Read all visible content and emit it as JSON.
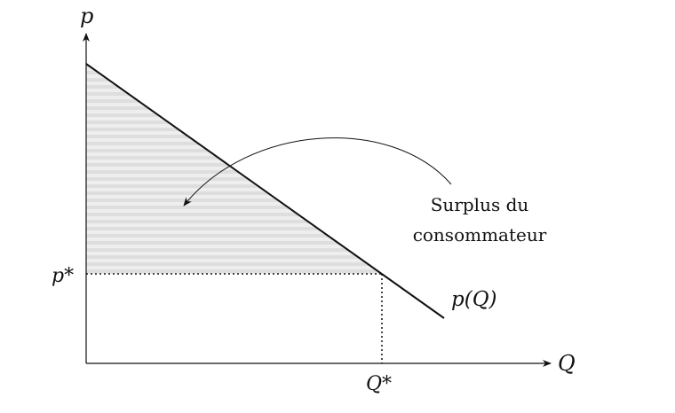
{
  "axes": {
    "y_label": "p",
    "x_label": "Q"
  },
  "labels": {
    "p_star": "p*",
    "q_star": "Q*",
    "curve": "p(Q)",
    "annotation_line1": "Surplus du",
    "annotation_line2": "consommateur"
  },
  "colors": {
    "line": "#111111",
    "shade": "#e6e6e6",
    "shade_stripe": "#d9d9d9"
  }
}
